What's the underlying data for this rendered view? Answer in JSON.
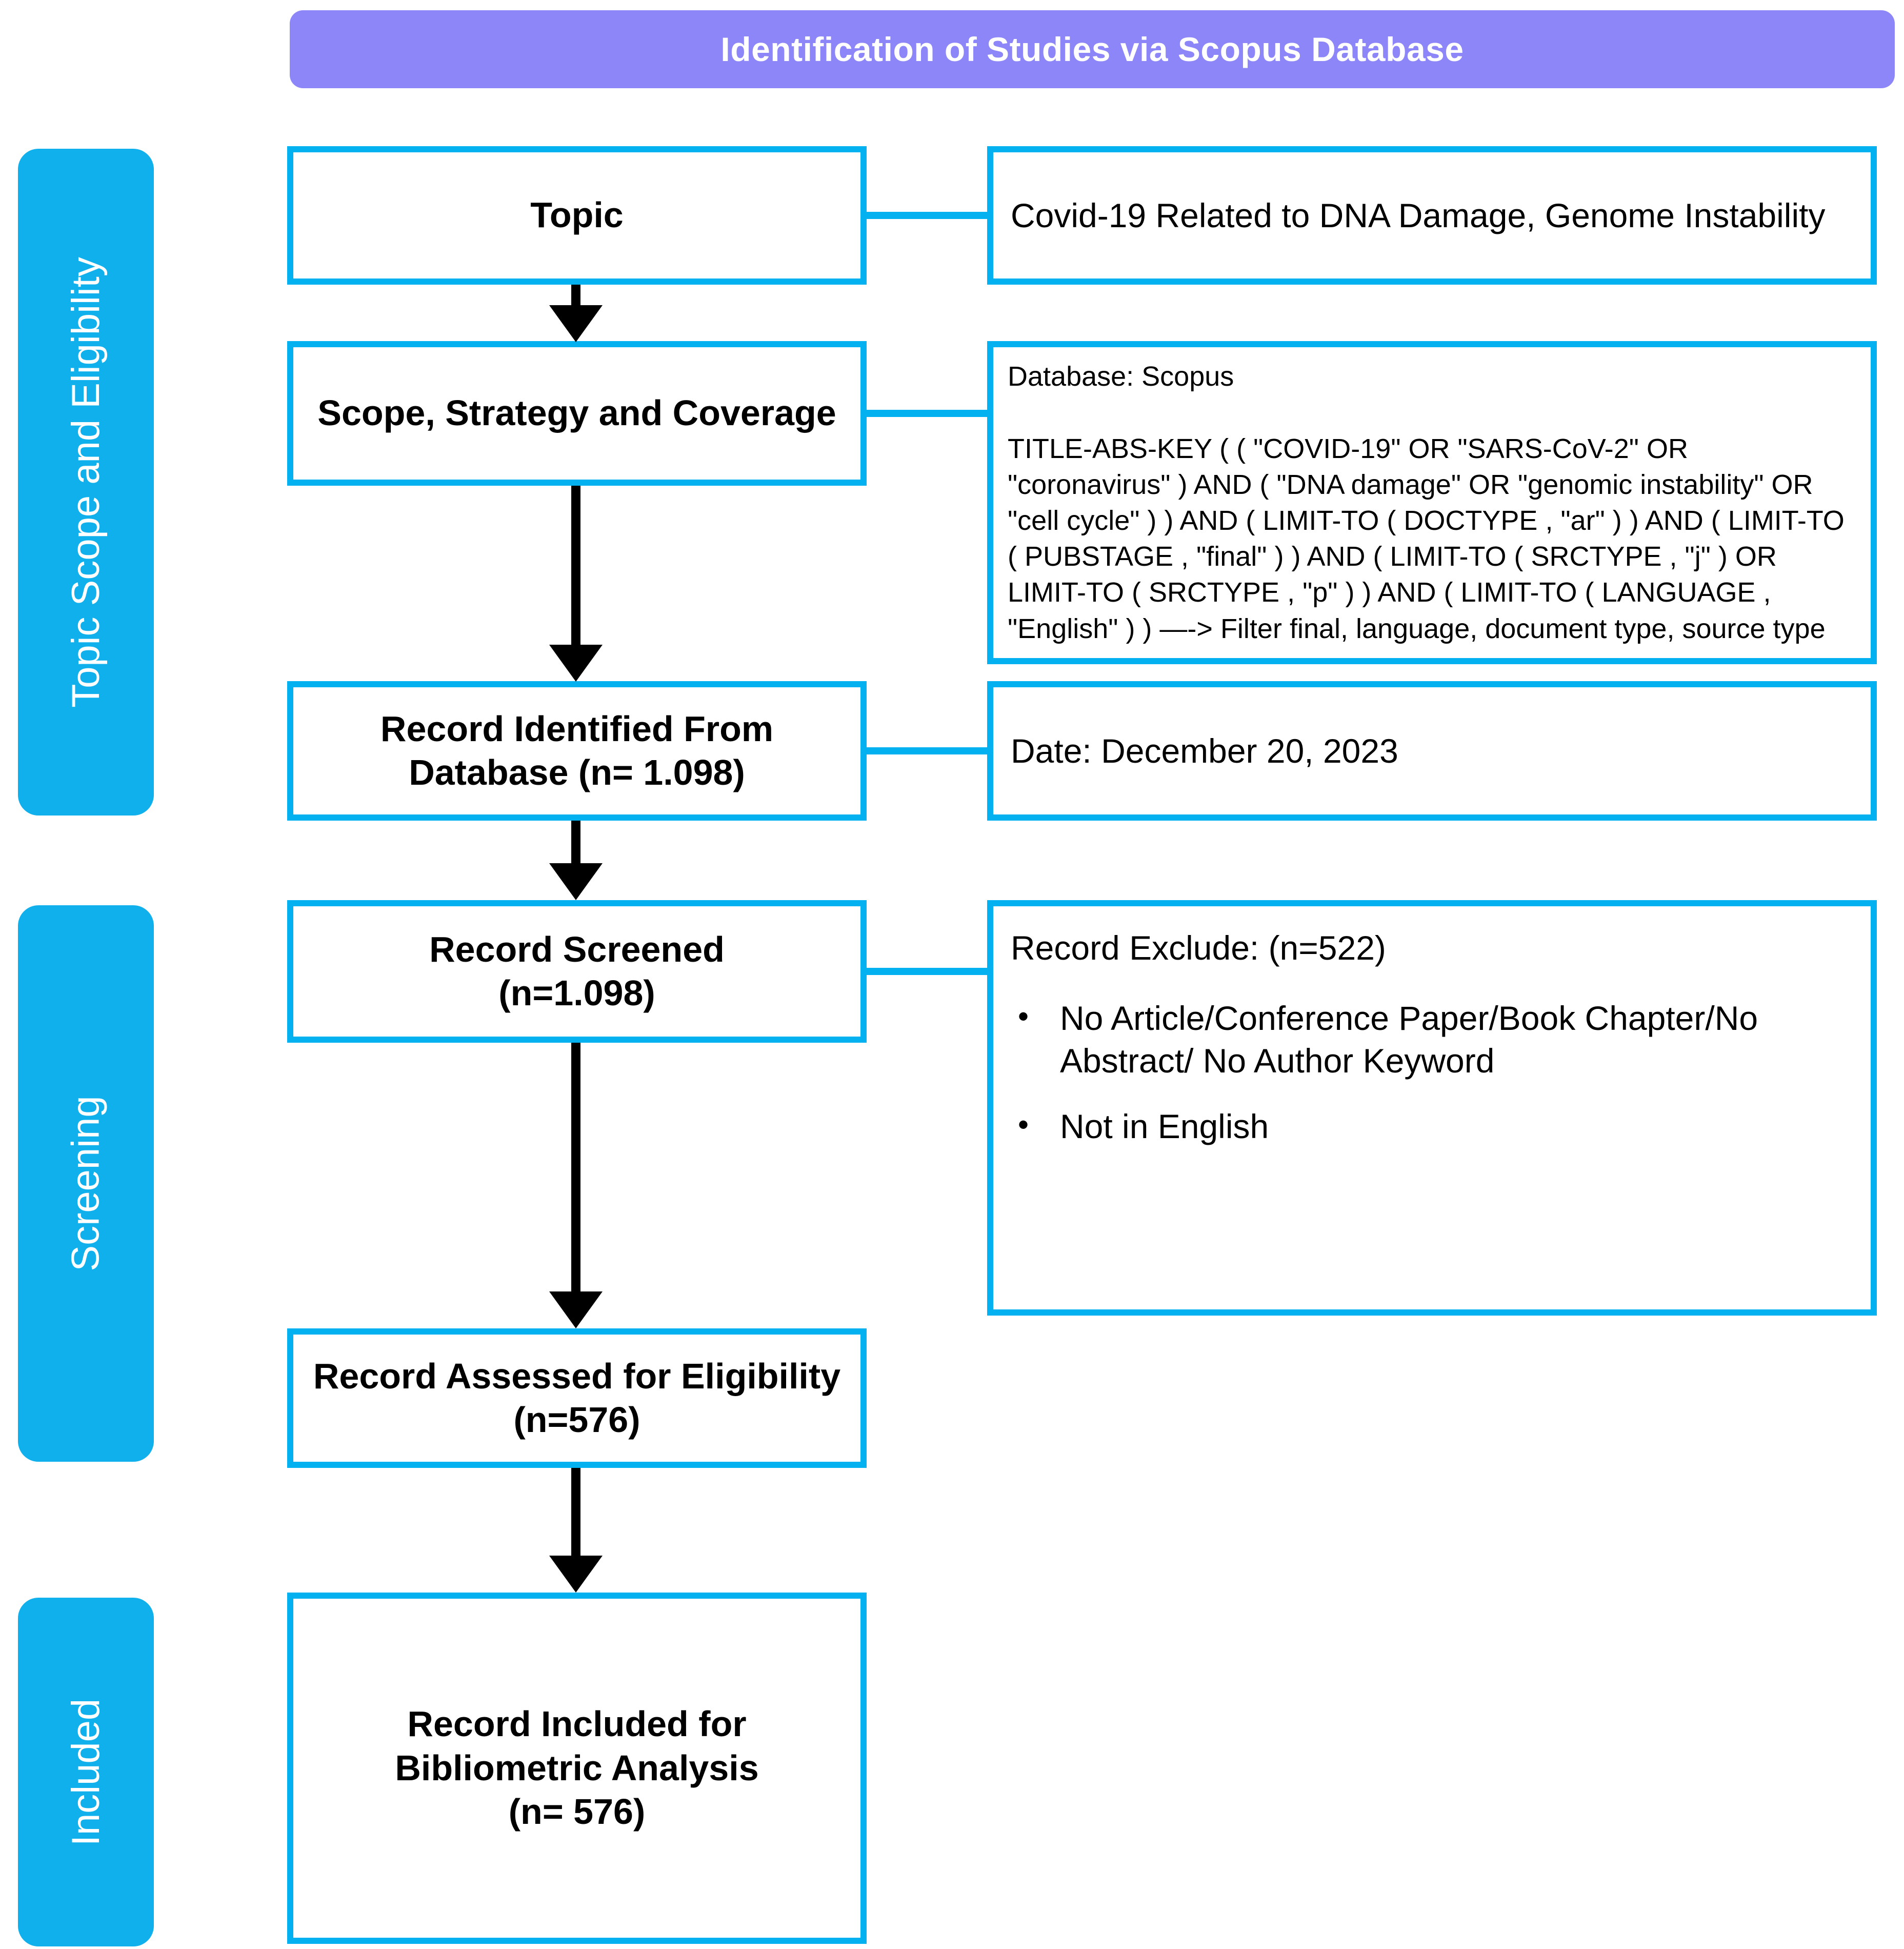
{
  "header": {
    "title": "Identification of Studies via Scopus Database",
    "background_color": "#8c86f8",
    "text_color": "#ffffff"
  },
  "theme": {
    "box_border_color": "#03b0f0",
    "stage_label_color": "#0fb0ec",
    "arrow_color": "#000000",
    "connector_color": "#03b0f0",
    "page_background": "#ffffff"
  },
  "stages": [
    {
      "id": "topic-scope-eligibility",
      "label": "Topic Scope and Eligibility"
    },
    {
      "id": "screening",
      "label": "Screening"
    },
    {
      "id": "included",
      "label": "Included"
    }
  ],
  "flow": {
    "topic": {
      "label": "Topic",
      "detail": "Covid-19 Related to DNA Damage, Genome Instability"
    },
    "scope": {
      "label": "Scope, Strategy and Coverage",
      "detail_database": "Database: Scopus",
      "detail_query": "TITLE-ABS-KEY ( ( \"COVID-19\" OR \"SARS-CoV-2\" OR \"coronavirus\" ) AND ( \"DNA damage\" OR \"genomic instability\" OR \"cell cycle\" ) ) AND ( LIMIT-TO ( DOCTYPE , \"ar\" ) ) AND ( LIMIT-TO ( PUBSTAGE , \"final\" ) ) AND ( LIMIT-TO ( SRCTYPE , \"j\" ) OR LIMIT-TO ( SRCTYPE , \"p\" ) ) AND ( LIMIT-TO ( LANGUAGE , \"English\" ) ) —-> Filter final, language, document type, source type"
    },
    "identified": {
      "label": "Record Identified From Database (n= 1.098)",
      "detail": "Date: December 20, 2023"
    },
    "screened": {
      "label": "Record Screened\n(n=1.098)"
    },
    "excluded": {
      "heading": "Record Exclude: (n=522)",
      "bullet_glyph": "•",
      "items": [
        "No Article/Conference Paper/Book Chapter/No Abstract/ No Author Keyword",
        "Not in English"
      ]
    },
    "assessed": {
      "label": "Record Assessed for Eligibility (n=576)"
    },
    "included": {
      "label": "Record Included for Bibliometric Analysis\n(n= 576)"
    }
  },
  "counts": {
    "identified": 1098,
    "screened": 1098,
    "excluded": 522,
    "assessed": 576,
    "included": 576
  }
}
